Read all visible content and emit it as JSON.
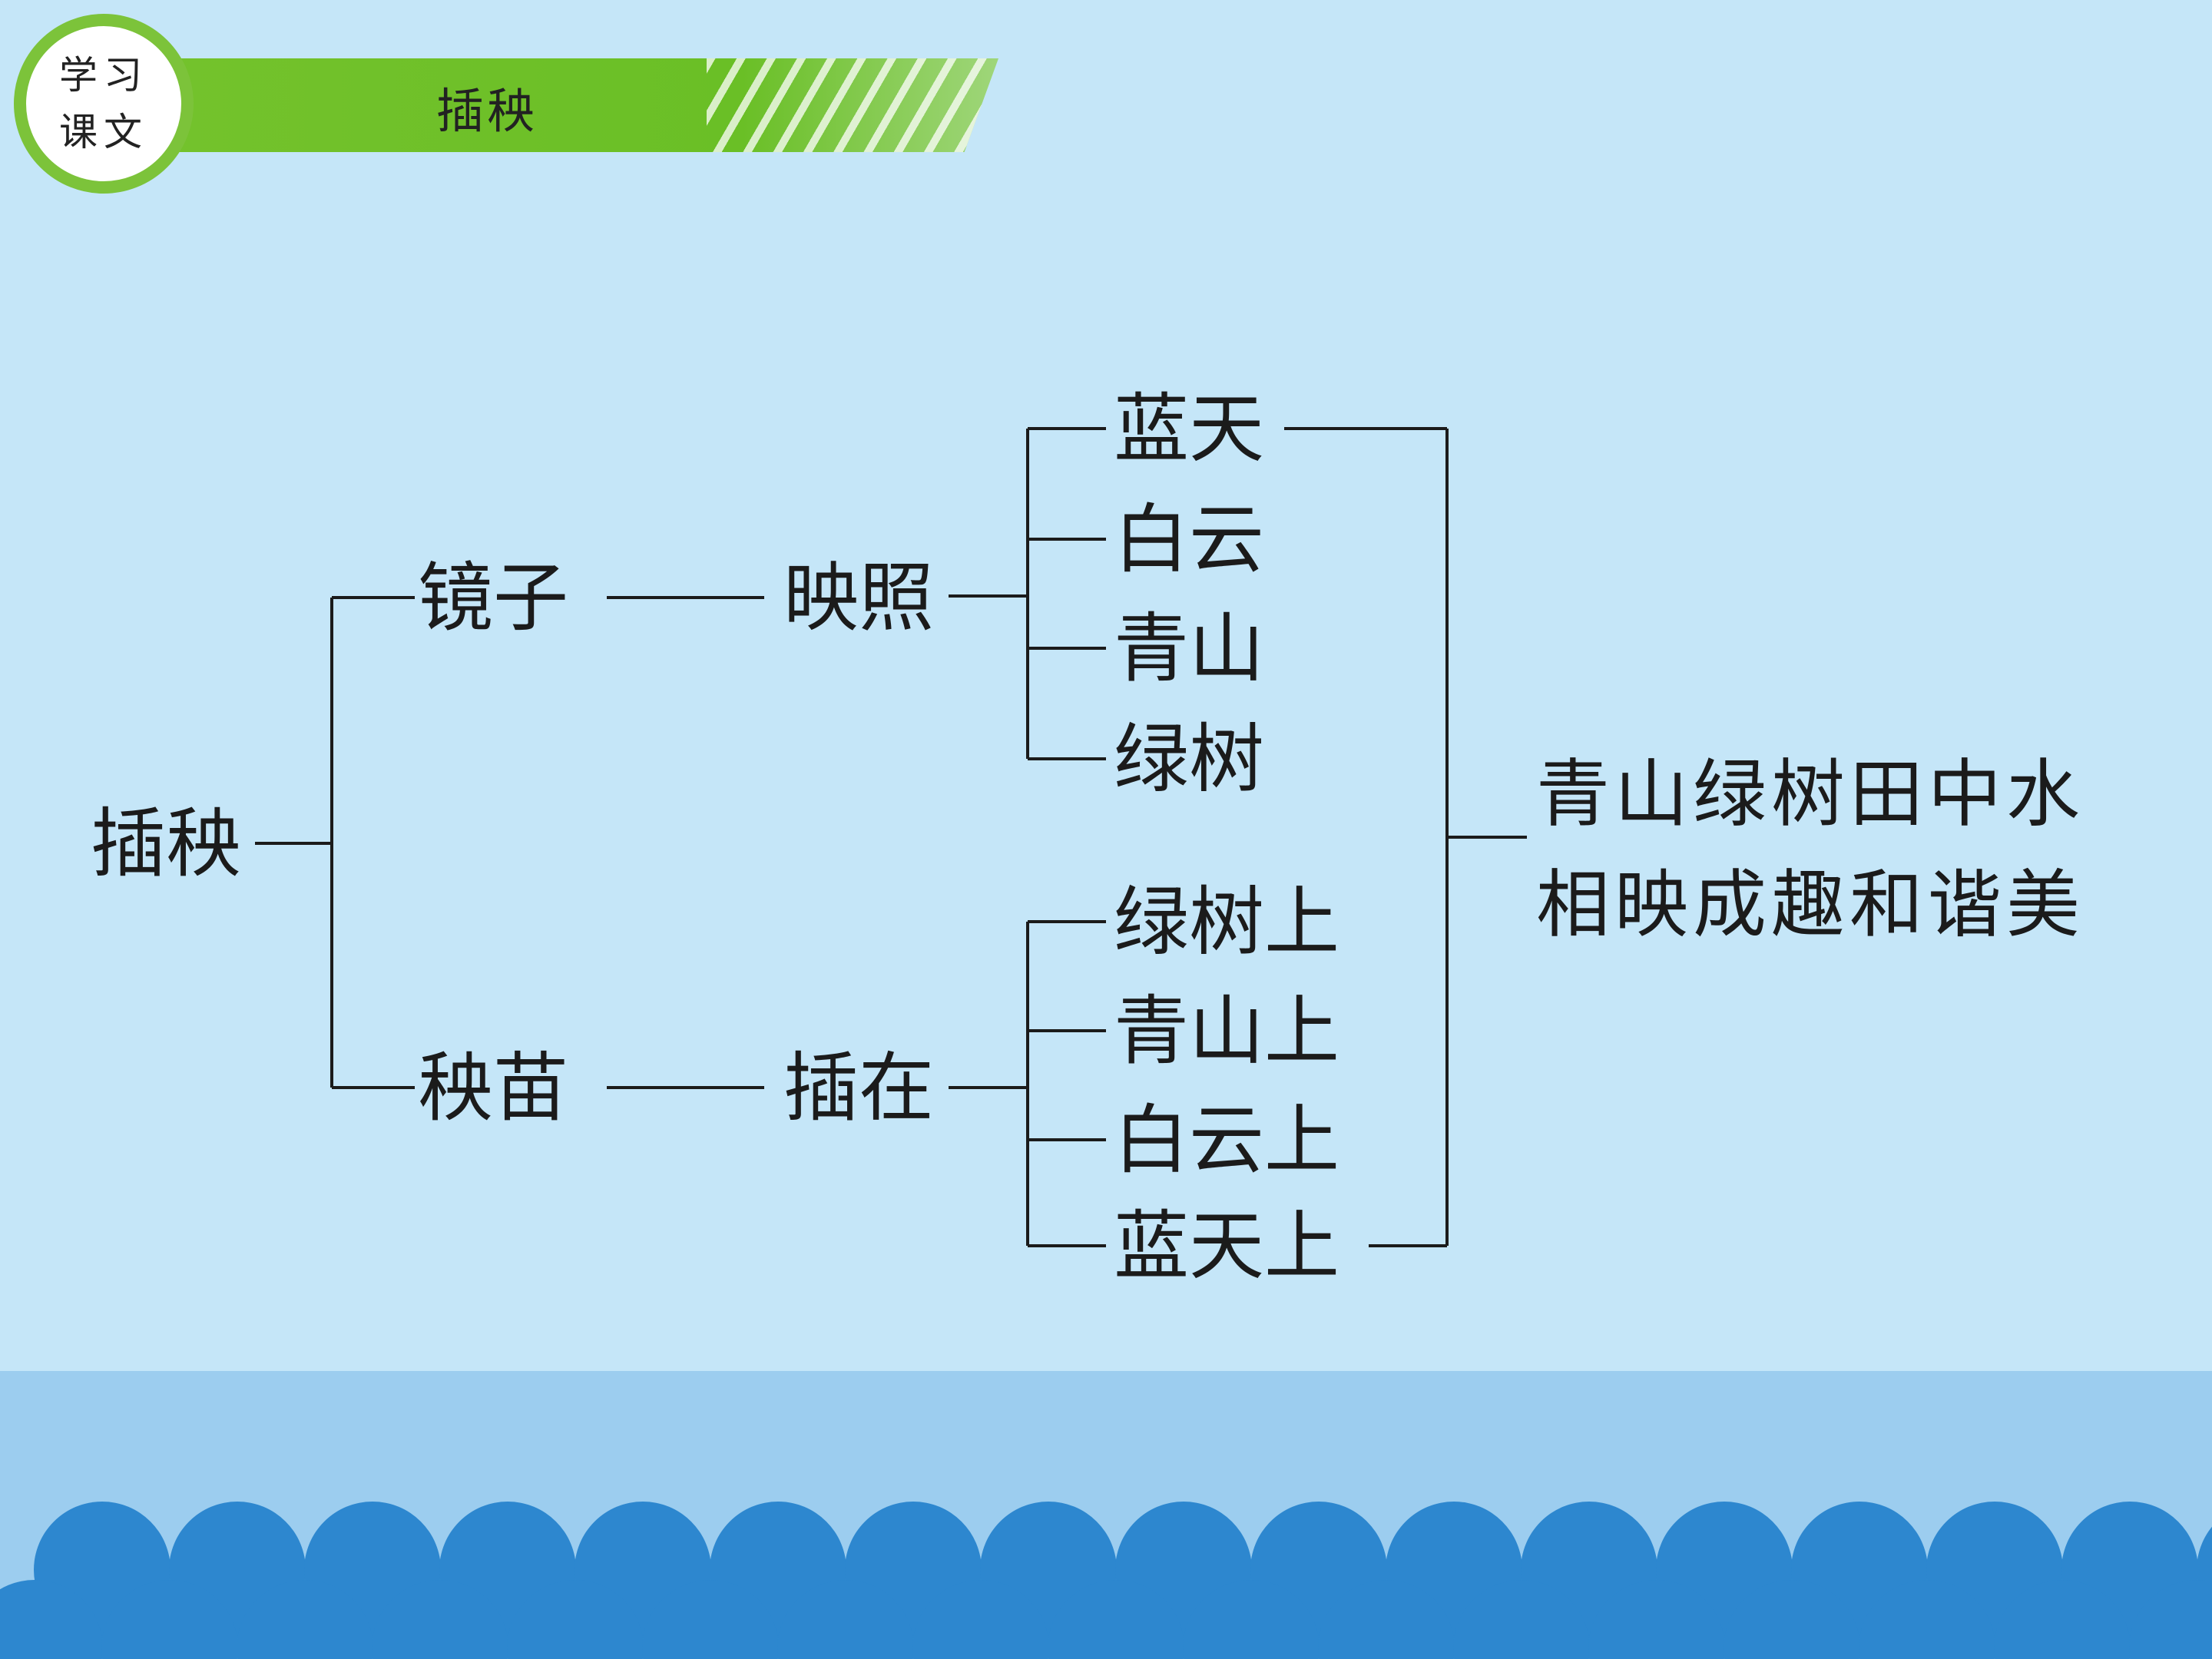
{
  "header": {
    "badge_line1": "学习",
    "badge_line2": "课文",
    "section_title": "插秧"
  },
  "diagram": {
    "root": "插秧",
    "mirror": "镜子",
    "reflect": "映照",
    "reflect_items": [
      "蓝天",
      "白云",
      "青山",
      "绿树"
    ],
    "seedling": "秧苗",
    "plant": "插在",
    "plant_items": [
      "绿树上",
      "青山上",
      "白云上",
      "蓝天上"
    ],
    "conclusion_line1": "青山绿树田中水",
    "conclusion_line2": "相映成趣和谐美"
  },
  "colors": {
    "background": "#c5e6f8",
    "banner_green": "#74c22c",
    "wave_dark": "#2d87cf",
    "wave_light": "#9ccdef"
  }
}
